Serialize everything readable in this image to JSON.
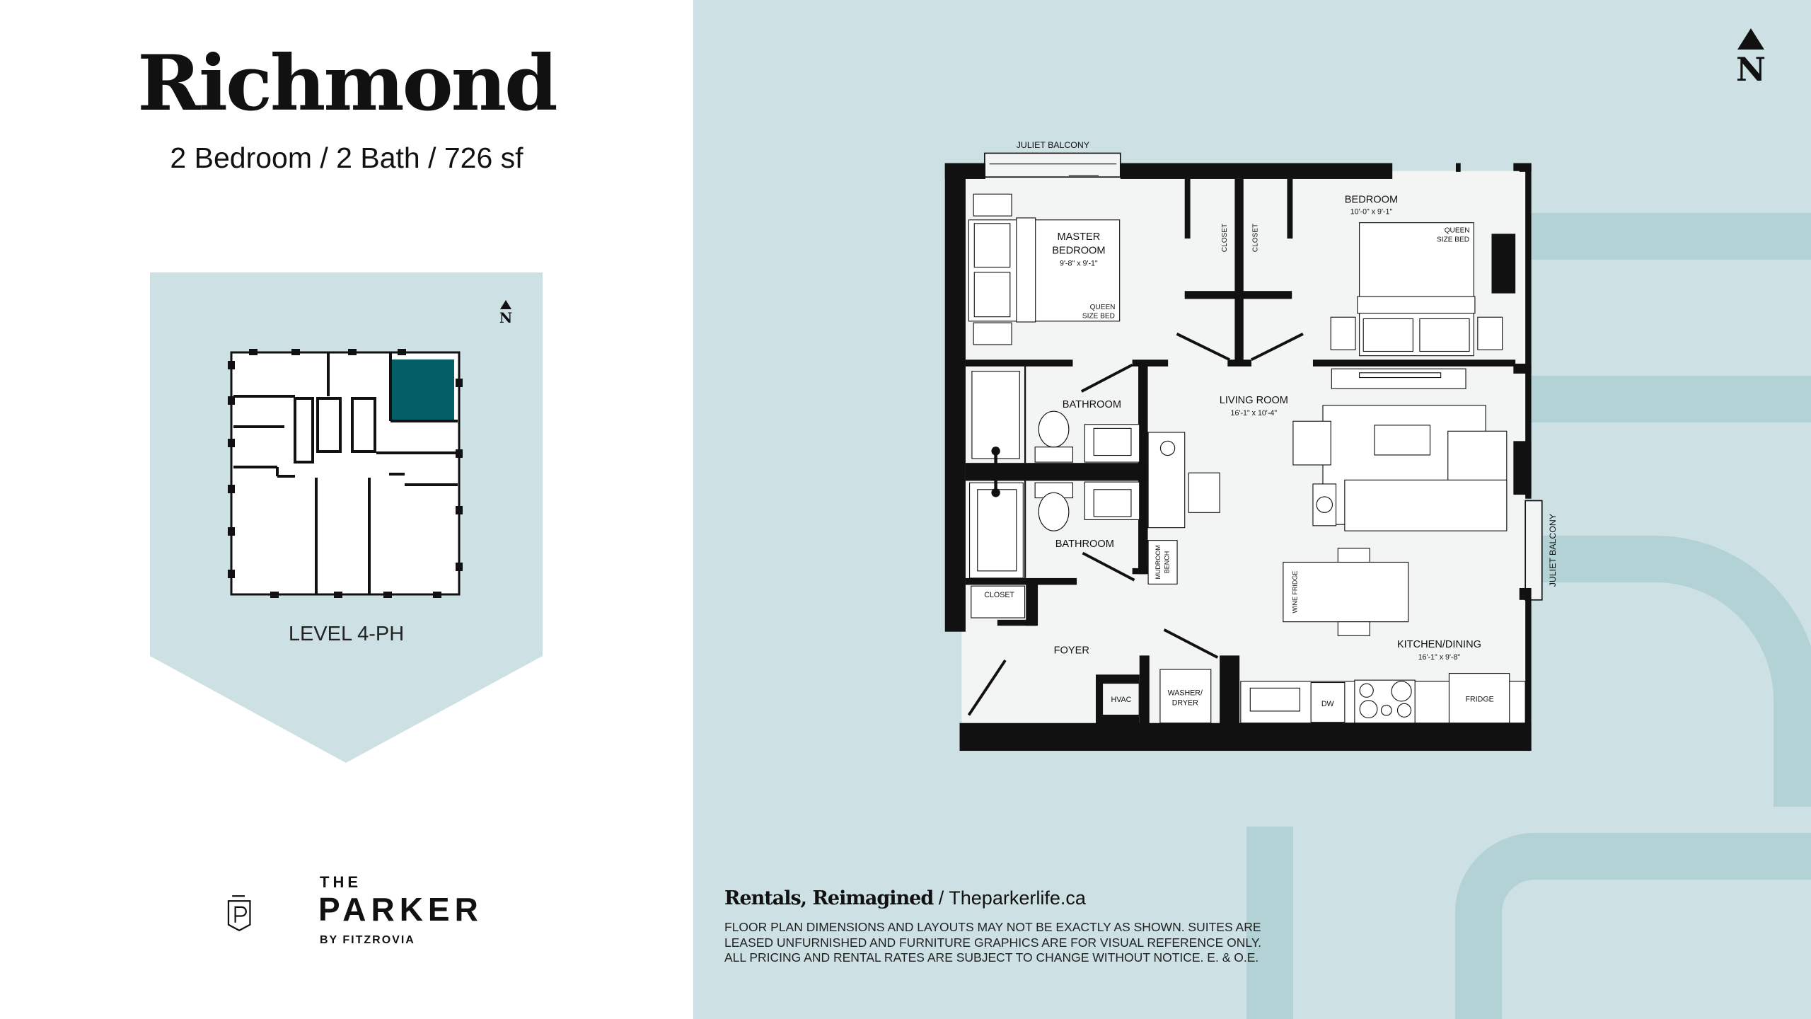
{
  "unit": {
    "name": "Richmond",
    "summary": "2 Bedroom / 2 Bath / 726 sf"
  },
  "key_plan": {
    "level_label": "LEVEL 4-PH",
    "north_label": "N",
    "highlight_color": "#035f67"
  },
  "north_label": "N",
  "brand": {
    "logo_letter": "P",
    "the": "THE",
    "name": "PARKER",
    "by": "BY FITZROVIA"
  },
  "footer": {
    "tagline": "Rentals, Reimagined",
    "separator": "/",
    "website": "Theparkerlife.ca",
    "disclaimer": "FLOOR PLAN DIMENSIONS AND LAYOUTS MAY NOT BE EXACTLY AS SHOWN. SUITES ARE LEASED UNFURNISHED AND FURNITURE GRAPHICS ARE FOR VISUAL REFERENCE ONLY. ALL PRICING AND RENTAL RATES ARE SUBJECT TO CHANGE WITHOUT NOTICE. E. & O.E."
  },
  "floor_plan": {
    "juliet_balcony_top": "JULIET BALCONY",
    "juliet_balcony_right": "JULIET BALCONY",
    "master_bedroom": {
      "name_1": "MASTER",
      "name_2": "BEDROOM",
      "dims": "9'-8\" x 9'-1\"",
      "bed_1": "QUEEN",
      "bed_2": "SIZE BED"
    },
    "bedroom": {
      "name": "BEDROOM",
      "dims": "10'-0\" x 9'-1\"",
      "bed_1": "QUEEN",
      "bed_2": "SIZE BED"
    },
    "closet_1": "CLOSET",
    "closet_2": "CLOSET",
    "closet_foyer": "CLOSET",
    "bathroom_1": "BATHROOM",
    "bathroom_2": "BATHROOM",
    "living_room": {
      "name": "LIVING ROOM",
      "dims": "16'-1\" x 10'-4\""
    },
    "mudroom_1": "MUDROOM",
    "mudroom_2": "BENCH",
    "wine_fridge": "WINE FRIDGE",
    "kitchen": {
      "name": "KITCHEN/DINING",
      "dims": "16'-1\" x 9'-8\""
    },
    "foyer": "FOYER",
    "hvac": "HVAC",
    "washer_1": "WASHER/",
    "washer_2": "DRYER",
    "dw": "DW",
    "fridge": "FRIDGE"
  },
  "colors": {
    "right_background": "#cde0e3",
    "decor_band": "#b2d2d6",
    "key_plan_bg": "#cde0e3"
  }
}
